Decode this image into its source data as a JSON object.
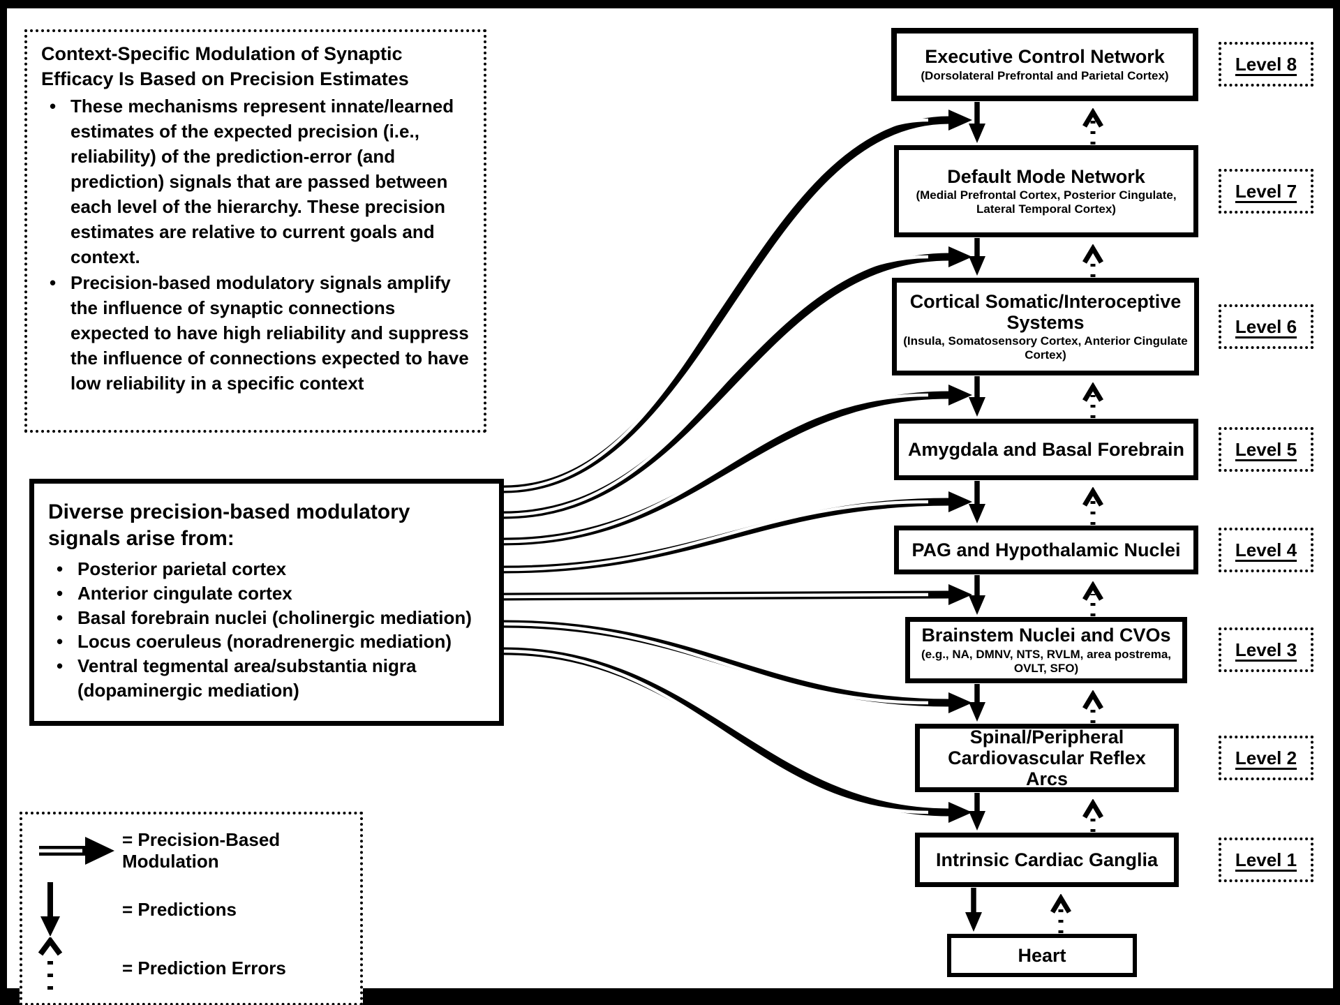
{
  "panels": {
    "context_box": {
      "title": "Context-Specific Modulation of Synaptic Efficacy Is Based on Precision Estimates",
      "bullets": [
        "These mechanisms represent innate/learned estimates of the expected precision (i.e., reliability) of the prediction-error (and prediction) signals that are passed between each level of the hierarchy. These precision estimates are relative to current goals and context.",
        "Precision-based modulatory signals amplify the influence of synaptic connections expected to have high reliability and suppress the influence of connections expected to have low reliability in a specific context"
      ]
    },
    "sources_box": {
      "title": "Diverse precision-based modulatory signals arise from:",
      "bullets": [
        "Posterior parietal cortex",
        "Anterior cingulate cortex",
        "Basal forebrain nuclei (cholinergic mediation)",
        "Locus coeruleus (noradrenergic mediation)",
        "Ventral tegmental area/substantia nigra (dopaminergic mediation)"
      ]
    },
    "legend": {
      "items": [
        {
          "icon": "precision-modulation-arrow-icon",
          "label": "= Precision-Based Modulation"
        },
        {
          "icon": "predictions-arrow-icon",
          "label": "= Predictions"
        },
        {
          "icon": "prediction-errors-arrow-icon",
          "label": "= Prediction Errors"
        }
      ]
    }
  },
  "hierarchy": {
    "levels": [
      {
        "level_label": "Level 8",
        "title": "Executive Control Network",
        "subtitle": "(Dorsolateral Prefrontal and Parietal Cortex)"
      },
      {
        "level_label": "Level 7",
        "title": "Default Mode Network",
        "subtitle": "(Medial Prefrontal Cortex, Posterior Cingulate, Lateral Temporal Cortex)"
      },
      {
        "level_label": "Level 6",
        "title": "Cortical Somatic/Interoceptive Systems",
        "subtitle": "(Insula, Somatosensory Cortex, Anterior Cingulate Cortex)"
      },
      {
        "level_label": "Level 5",
        "title": "Amygdala and Basal Forebrain",
        "subtitle": ""
      },
      {
        "level_label": "Level 4",
        "title": "PAG and Hypothalamic Nuclei",
        "subtitle": ""
      },
      {
        "level_label": "Level 3",
        "title": "Brainstem Nuclei and CVOs",
        "subtitle": "(e.g., NA, DMNV, NTS, RVLM, area postrema, OVLT, SFO)"
      },
      {
        "level_label": "Level 2",
        "title": "Spinal/Peripheral Cardiovascular Reflex Arcs",
        "subtitle": ""
      },
      {
        "level_label": "Level 1",
        "title": "Intrinsic Cardiac Ganglia",
        "subtitle": ""
      },
      {
        "level_label": "",
        "title": "Heart",
        "subtitle": ""
      }
    ]
  },
  "colors": {
    "ink": "#000000",
    "background": "#ffffff"
  }
}
